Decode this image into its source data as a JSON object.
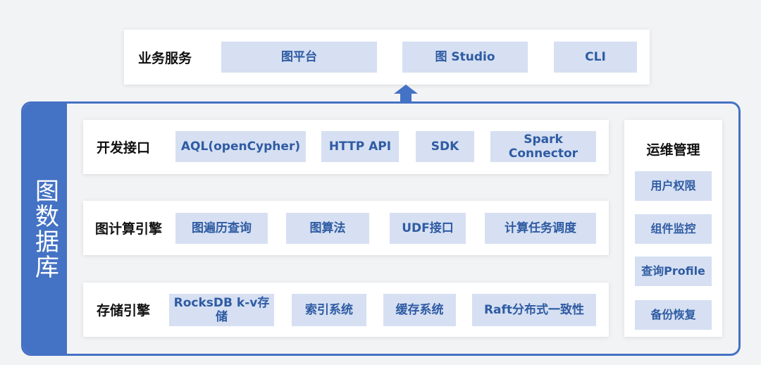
{
  "business": {
    "label": "业务服务",
    "items": [
      "图平台",
      "图 Studio",
      "CLI"
    ]
  },
  "database": {
    "side_label": "图数据库",
    "dev_interface": {
      "label": "开发接口",
      "items": [
        "AQL(openCypher)",
        "HTTP API",
        "SDK",
        "Spark\nConnector"
      ]
    },
    "compute_engine": {
      "label": "图计算引擎",
      "items": [
        "图遍历查询",
        "图算法",
        "UDF接口",
        "计算任务调度"
      ]
    },
    "storage_engine": {
      "label": "存储引擎",
      "items": [
        "RocksDB k-v存\n储",
        "索引系统",
        "缓存系统",
        "Raft分布式一致性"
      ]
    },
    "ops": {
      "label": "运维管理",
      "items": [
        "用户权限",
        "组件监控",
        "查询Profile",
        "备份恢复"
      ]
    }
  },
  "colors": {
    "accent": "#4472c4",
    "chip_bg": "#d6e0f2",
    "chip_text": "#2f5ba3",
    "background": "#f2f3f5"
  },
  "icons": {
    "connector": "up-arrow-icon"
  }
}
